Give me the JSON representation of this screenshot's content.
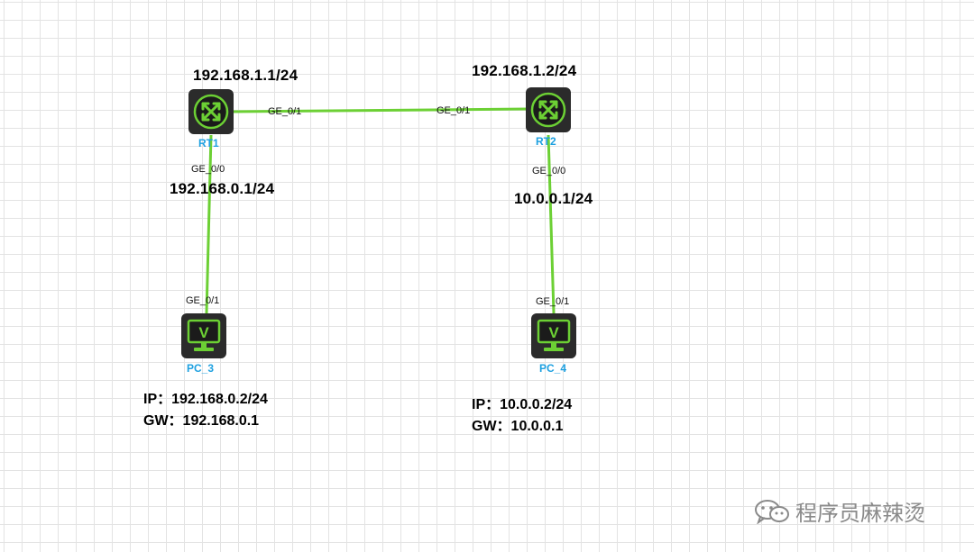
{
  "colors": {
    "link": "#6cd034",
    "device_label": "#1da0e0",
    "device_body": "#2b2b2b",
    "icon_accent": "#6cd034"
  },
  "devices": {
    "rt1": {
      "label": "RT1",
      "icon": "router-icon"
    },
    "rt2": {
      "label": "RT2",
      "icon": "router-icon"
    },
    "pc3": {
      "label": "PC_3",
      "icon": "pc-monitor-icon",
      "screen_text": "V"
    },
    "pc4": {
      "label": "PC_4",
      "icon": "pc-monitor-icon",
      "screen_text": "V"
    }
  },
  "ports": {
    "rt1_ge01": "GE_0/1",
    "rt2_ge01": "GE_0/1",
    "rt1_ge00": "GE_0/0",
    "rt2_ge00": "GE_0/0",
    "pc3_ge01": "GE_0/1",
    "pc4_ge01": "GE_0/1"
  },
  "addresses": {
    "rt1_ge01": "192.168.1.1/24",
    "rt2_ge01": "192.168.1.2/24",
    "rt1_ge00": "192.168.0.1/24",
    "rt2_ge00": "10.0.0.1/24"
  },
  "hosts": {
    "pc3": {
      "ip": "IP：192.168.0.2/24",
      "gw": "GW：192.168.0.1"
    },
    "pc4": {
      "ip": "IP：10.0.0.2/24",
      "gw": "GW：10.0.0.1"
    }
  },
  "watermark": {
    "icon": "wechat-icon",
    "text": "程序员麻辣烫"
  }
}
